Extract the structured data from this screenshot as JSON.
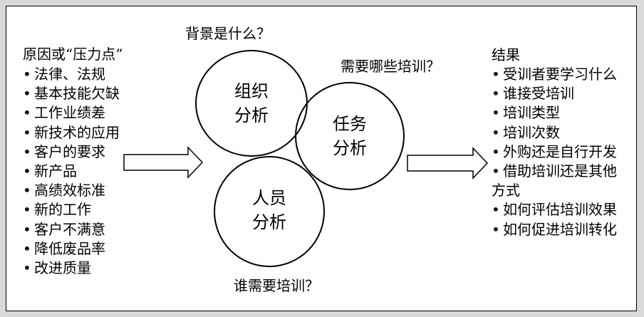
{
  "left_box": {
    "title": "原因或“压力点”",
    "items": [
      "法律、法规",
      "基本技能欠缺",
      "工作业绩差",
      "新技术的应用",
      "客户的要求",
      "新产品",
      "高绩效标准",
      "新的工作",
      "客户不满意",
      "降低废品率",
      "改进质量"
    ]
  },
  "questions": {
    "background": "背景是什么？",
    "training_needed": "需要哪些培训？",
    "who_needs": "谁需要培训？"
  },
  "circles": {
    "org": [
      "组织",
      "分析"
    ],
    "task": [
      "任务",
      "分析"
    ],
    "person": [
      "人员",
      "分析"
    ]
  },
  "right_box": {
    "title": "结果",
    "items": [
      "受训者要学习什么",
      "谁接受培训",
      "培训类型",
      "培训次数",
      "外购还是自行开发",
      "借助培训还是其他"
    ],
    "continuation": "方式",
    "items2": [
      "如何评估培训效果",
      "如何促进培训转化"
    ]
  },
  "bullet_char": "•"
}
